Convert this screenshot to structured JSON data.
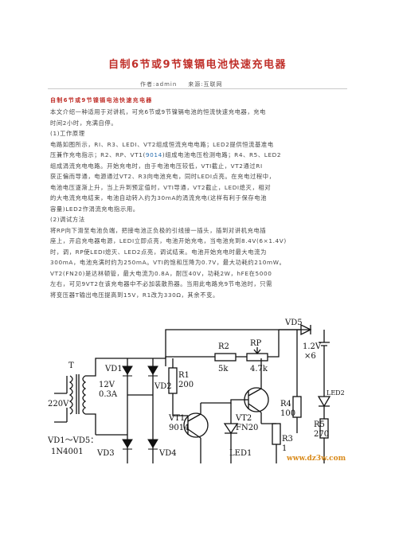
{
  "title": "自制6节或9节镍镉电池快速充电器",
  "meta": {
    "author": "作者:admin",
    "source": "来源:互联网"
  },
  "subtitle": "自制6节或9节镍镉电池快速充电器",
  "paragraphs": [
    {
      "pre": "本文介绍一种适用于对讲机，可充6节或9节镍镉电池的恒流快速充电器，充电",
      "hl": "",
      "post": ""
    },
    {
      "pre": "时间2小时，充满自停。",
      "hl": "",
      "post": ""
    },
    {
      "pre": "(1)工作原理",
      "hl": "",
      "post": ""
    },
    {
      "pre": "电路如图所示，RI、R3、LEDI、VT2组成恒流充电电路；LED2提供恒流基准电",
      "hl": "",
      "post": ""
    },
    {
      "pre": "压兼作充电指示；R2、RP、VT1(",
      "hl": "9014",
      "post": ")组成电池电压检测电路；R4、R5、LED2"
    },
    {
      "pre": "组成涓流充电电路。开始充电时，由于电池电压较低，VTI截止，VT2通过RI",
      "hl": "",
      "post": ""
    },
    {
      "pre": "获正偏而导通，电源通过VT2、R3向电池充电，同时LEDI点亮。在充电过程中，",
      "hl": "",
      "post": ""
    },
    {
      "pre": "电池电压逐渐上升，当上升到预定值时，VTI导通，VT2截止，LEDI熄灭，相对",
      "hl": "",
      "post": ""
    },
    {
      "pre": "的大电流充电结束，电池自动转入约为30mA的涓流充电(这样有利于保存电池",
      "hl": "",
      "post": ""
    },
    {
      "pre": "容量)LED2作涓流充电指示用。",
      "hl": "",
      "post": ""
    },
    {
      "pre": "(2)调试方法",
      "hl": "",
      "post": ""
    },
    {
      "pre": "将RP向下滑至电池负端，把接电池正负极的引线接一插头，插到对讲机充电插",
      "hl": "",
      "post": ""
    },
    {
      "pre": "座上，开启充电器电源，LEDI立即点亮，电池开始充电，当电池充到8.4V(6×1.4V)",
      "hl": "",
      "post": ""
    },
    {
      "pre": "时，调，RP使LEDI熄灭、LED2点亮，调试结束。电池开始充电时最大电流为",
      "hl": "",
      "post": ""
    },
    {
      "pre": "300mA，电池充满时约为250mA。VTI的饱和压降为0.7V，最大功耗约210mW。",
      "hl": "",
      "post": ""
    },
    {
      "pre": "VT2(FN20)是达林顿管，最大电流为0.8A，耐压40V，功耗2W，hFE在5000",
      "hl": "",
      "post": ""
    },
    {
      "pre": "左右，可见9VT2在该充电器中不必加装散热器。当用此电路充9节电池时，只需",
      "hl": "",
      "post": ""
    },
    {
      "pre": "将变压器T输出电压提高到15V，R1改为330Ω，其余不变。",
      "hl": "",
      "post": ""
    }
  ],
  "circuit": {
    "T": "T",
    "ac": "220V",
    "sec1": "12V",
    "sec2": "0.3A",
    "vd1": "VD1",
    "vd2": "VD2",
    "vd3": "VD3",
    "vd4": "VD4",
    "vd5": "VD5",
    "diode_note1": "VD1～VD5：",
    "diode_note2": "1N4001",
    "r1": "R1",
    "r1v": "200",
    "r2": "R2",
    "r2v": "5k",
    "rp": "RP",
    "rpv": "4.7k",
    "r3": "R3",
    "r3v": "1",
    "r4": "R4",
    "r4v": "100",
    "r5": "R5",
    "r5v": "270",
    "vt1": "VT1",
    "vt1v": "9014",
    "vt2": "VT2",
    "vt2v": "FN20",
    "led1": "LED1",
    "led2": "LED2",
    "batt1": "1.2V",
    "batt2": "×6",
    "watermark": "www.dz3w.com"
  }
}
